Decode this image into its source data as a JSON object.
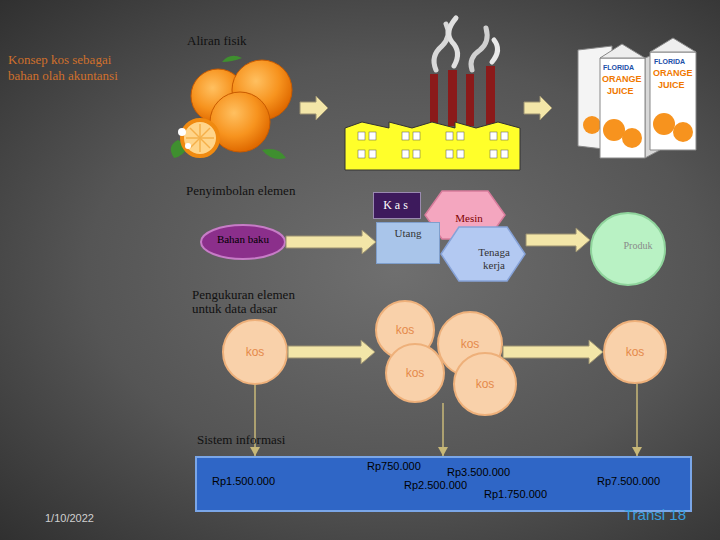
{
  "diagram": {
    "title": "Konsep kos sebagai bahan olah akuntansi",
    "nodes": [
      {
        "text": [
          "Bahan baku"
        ]
      },
      {
        "text": [
          "Kas"
        ]
      },
      {
        "text": [
          "Mesin"
        ]
      },
      {
        "text": [
          "Utang"
        ]
      },
      {
        "text": [
          "Tenaga kerja"
        ]
      },
      {
        "text": [
          "Produk"
        ]
      },
      {
        "text": [
          "kos"
        ]
      },
      {
        "text": [
          "kos"
        ]
      },
      {
        "text": [
          "kos"
        ]
      },
      {
        "text": [
          "kos"
        ]
      },
      {
        "text": [
          "kos"
        ]
      },
      {
        "text": [
          "kos"
        ]
      },
      {
        "text": [
          "Rp1.500.000",
          "Rp750.000",
          "Rp3.500.000",
          "Rp2.500.000",
          "Rp1.750.000",
          "Rp7.500.000"
        ]
      }
    ],
    "edges": [
      {
        "from": 0,
        "to": 3,
        "arrow": "to"
      },
      {
        "from": 4,
        "to": 5,
        "arrow": "to"
      },
      {
        "from": 6,
        "to": 7,
        "arrow": "to"
      },
      {
        "from": 8,
        "to": 11,
        "arrow": "to"
      },
      {
        "from": 6,
        "to": 12,
        "arrow": "to"
      },
      {
        "from": 9,
        "to": 12,
        "arrow": "to"
      },
      {
        "from": 11,
        "to": 12,
        "arrow": "to"
      }
    ],
    "labels": [
      "Aliran fisik",
      "Penyimbolan elemen",
      "Pengukuran elemen untuk data dasar",
      "Sistem informasi",
      "FLORIDA",
      "ORANGE",
      "JUICE",
      "FLORIDA",
      "ORANGE",
      "JUICE",
      "1/10/2022",
      "Transi 18"
    ]
  }
}
